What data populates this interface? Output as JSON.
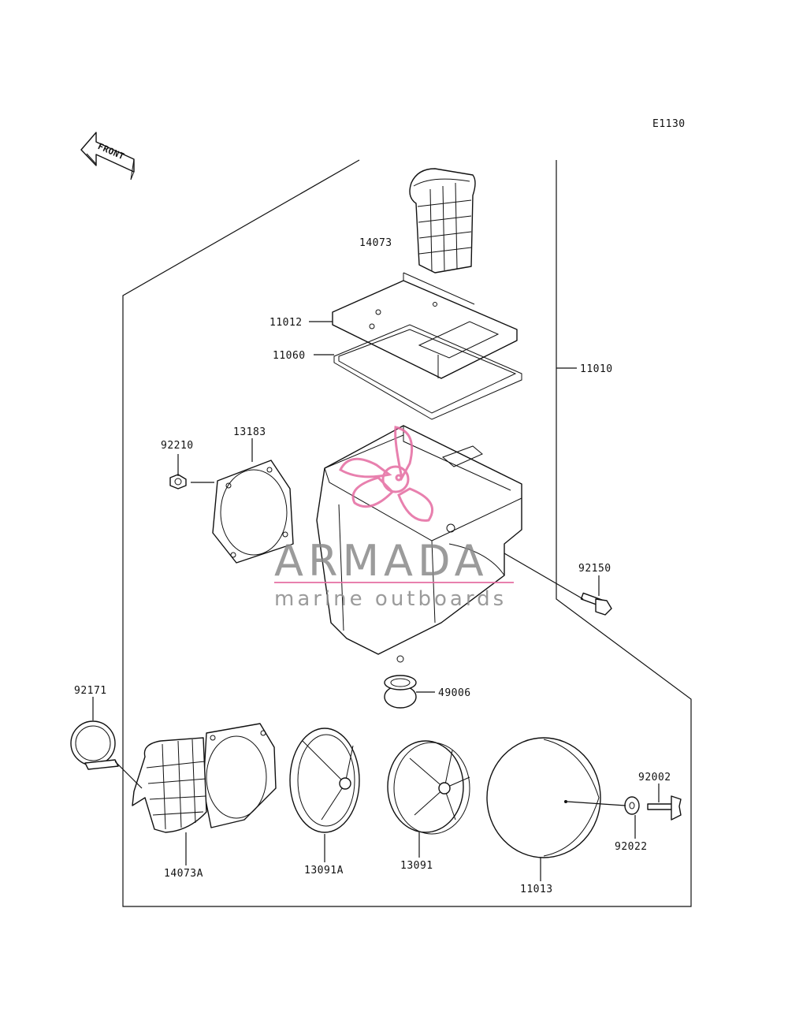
{
  "diagram": {
    "code": "E1130",
    "direction_label": "FRONT",
    "parts": [
      {
        "id": "14073",
        "name": "label-14073"
      },
      {
        "id": "11012",
        "name": "label-11012"
      },
      {
        "id": "11060",
        "name": "label-11060"
      },
      {
        "id": "11010",
        "name": "label-11010"
      },
      {
        "id": "92210",
        "name": "label-92210"
      },
      {
        "id": "13183",
        "name": "label-13183"
      },
      {
        "id": "92150",
        "name": "label-92150"
      },
      {
        "id": "49006",
        "name": "label-49006"
      },
      {
        "id": "92171",
        "name": "label-92171"
      },
      {
        "id": "92002",
        "name": "label-92002"
      },
      {
        "id": "92022",
        "name": "label-92022"
      },
      {
        "id": "14073A",
        "name": "label-14073a"
      },
      {
        "id": "13091A",
        "name": "label-13091a"
      },
      {
        "id": "13091",
        "name": "label-13091"
      },
      {
        "id": "11013",
        "name": "label-11013"
      }
    ]
  },
  "watermark": {
    "brand": "ARMADA",
    "tagline": "marine outboards",
    "colors": {
      "text": "#8a8a8a",
      "accent": "#e46aa0"
    }
  }
}
